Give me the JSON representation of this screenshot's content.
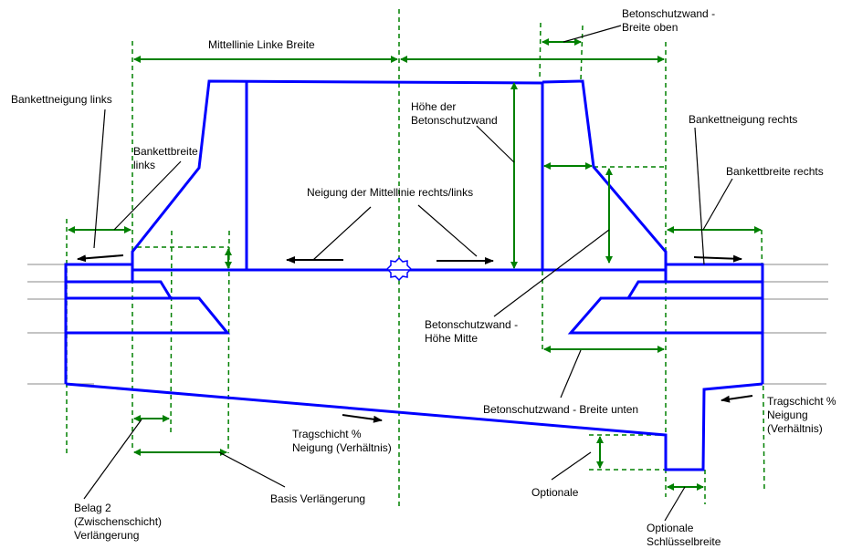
{
  "diagram": {
    "title": "Betonschutzwand Querschnitt",
    "colors": {
      "structure": "#0000ff",
      "dimension": "#008000",
      "leader": "#000000",
      "ground": "#a0a0a0"
    },
    "labels": {
      "mittellinie_linke_breite": "Mittellinie Linke Breite",
      "betonschutzwand_breite_oben": "Betonschutzwand -\nBreite oben",
      "bankettneigung_links": "Bankettneigung links",
      "bankettbreite_links": "Bankettbreite\nlinks",
      "hoehe_der_betonschutzwand": "Höhe der\nBetonschutzwand",
      "bankettneigung_rechts": "Bankettneigung rechts",
      "bankettbreite_rechts": "Bankettbreite rechts",
      "neigung_der_mittellinie": "Neigung der Mittellinie rechts/links",
      "betonschutzwand_hoehe_mitte": "Betonschutzwand -\nHöhe Mitte",
      "betonschutzwand_breite_unten": "Betonschutzwand - Breite unten",
      "tragschicht_neigung_links": "Tragschicht %\nNeigung (Verhältnis)",
      "tragschicht_neigung_rechts": "Tragschicht %\nNeigung\n(Verhältnis)",
      "basis_verlaengerung": "Basis Verlängerung",
      "belag2_verlaengerung": "Belag 2\n(Zwischenschicht)\nVerlängerung",
      "optionale": "Optionale",
      "optionale_schluesselbreite": "Optionale\nSchlüsselbreite"
    },
    "icons": {
      "centerline_marker": "centerline-star-icon"
    }
  }
}
